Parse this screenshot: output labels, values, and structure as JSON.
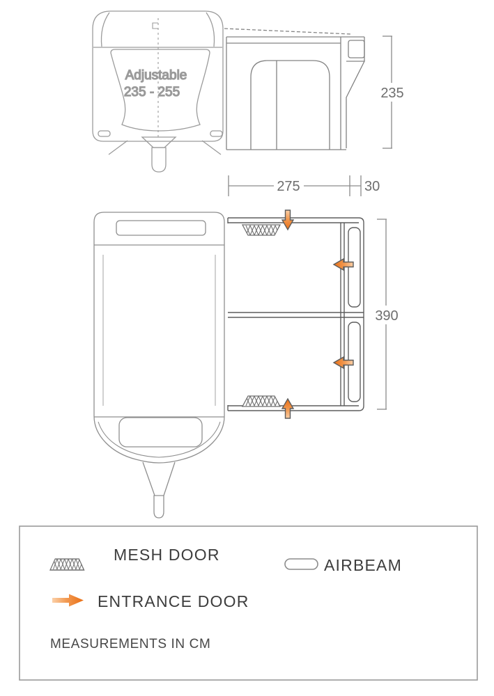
{
  "title": "Caravan awning dimensions diagram",
  "front_view": {
    "adjustable_label": "Adjustable",
    "adjustable_range": "235 - 255"
  },
  "dimensions": {
    "height_cm": "235",
    "depth_cm": "275",
    "wall_offset_cm": "30",
    "width_cm": "390"
  },
  "legend": {
    "mesh_door_label": "MESH DOOR",
    "airbeam_label": "AIRBEAM",
    "entrance_door_label": "ENTRANCE DOOR",
    "note": "MEASUREMENTS IN CM"
  },
  "colors": {
    "arrow_tail": "#FBD0A8",
    "arrow_mid": "#F29A52",
    "arrow_head": "#E96E14",
    "drawing_line_gray": "#8f8f8f",
    "awning_line_gray": "#5d5d5d",
    "dimension_text_gray": "#6e6e6e",
    "legend_text_gray": "#3d3d3d"
  }
}
